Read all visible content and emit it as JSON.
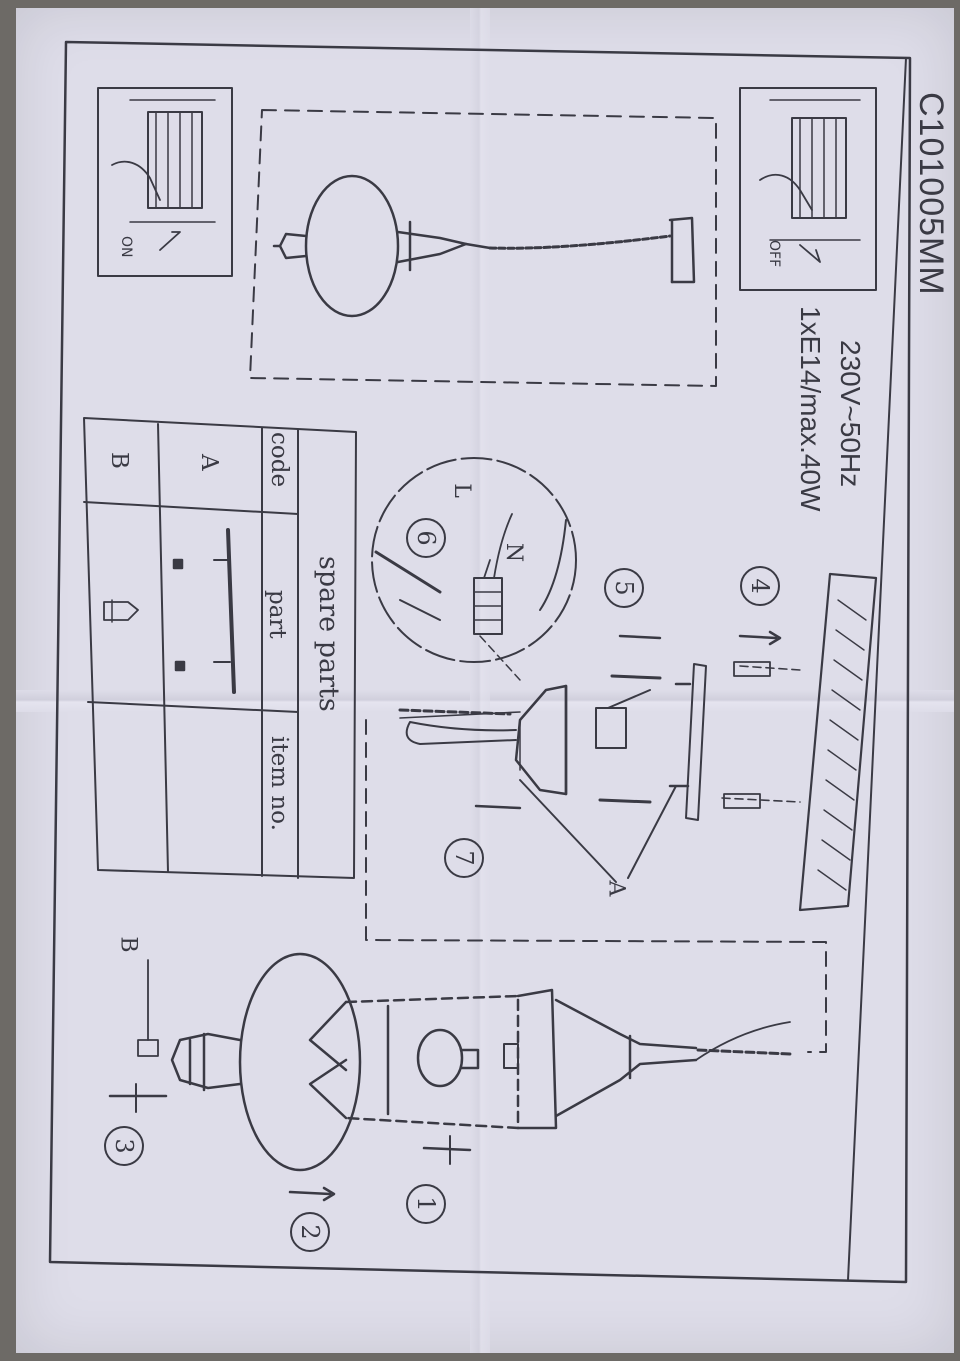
{
  "header": {
    "model": "C101005MM"
  },
  "specs": {
    "voltage": "230V~50Hz",
    "bulb": "1xE14/max.40W"
  },
  "switch_labels": {
    "off": "OFF",
    "on": "ON"
  },
  "spare_parts": {
    "title": "spare parts",
    "headers": {
      "code": "code",
      "part": "part",
      "item_no": "item no."
    },
    "rows": [
      {
        "code": "A"
      },
      {
        "code": "B"
      }
    ]
  },
  "steps": [
    "1",
    "2",
    "3",
    "4",
    "5",
    "6",
    "7"
  ],
  "labels": {
    "a": "A",
    "b": "B",
    "live": "L",
    "neutral": "N"
  },
  "colors": {
    "paper": "#dedde9",
    "ink": "#3a3a44",
    "background": "#6d6a66"
  }
}
